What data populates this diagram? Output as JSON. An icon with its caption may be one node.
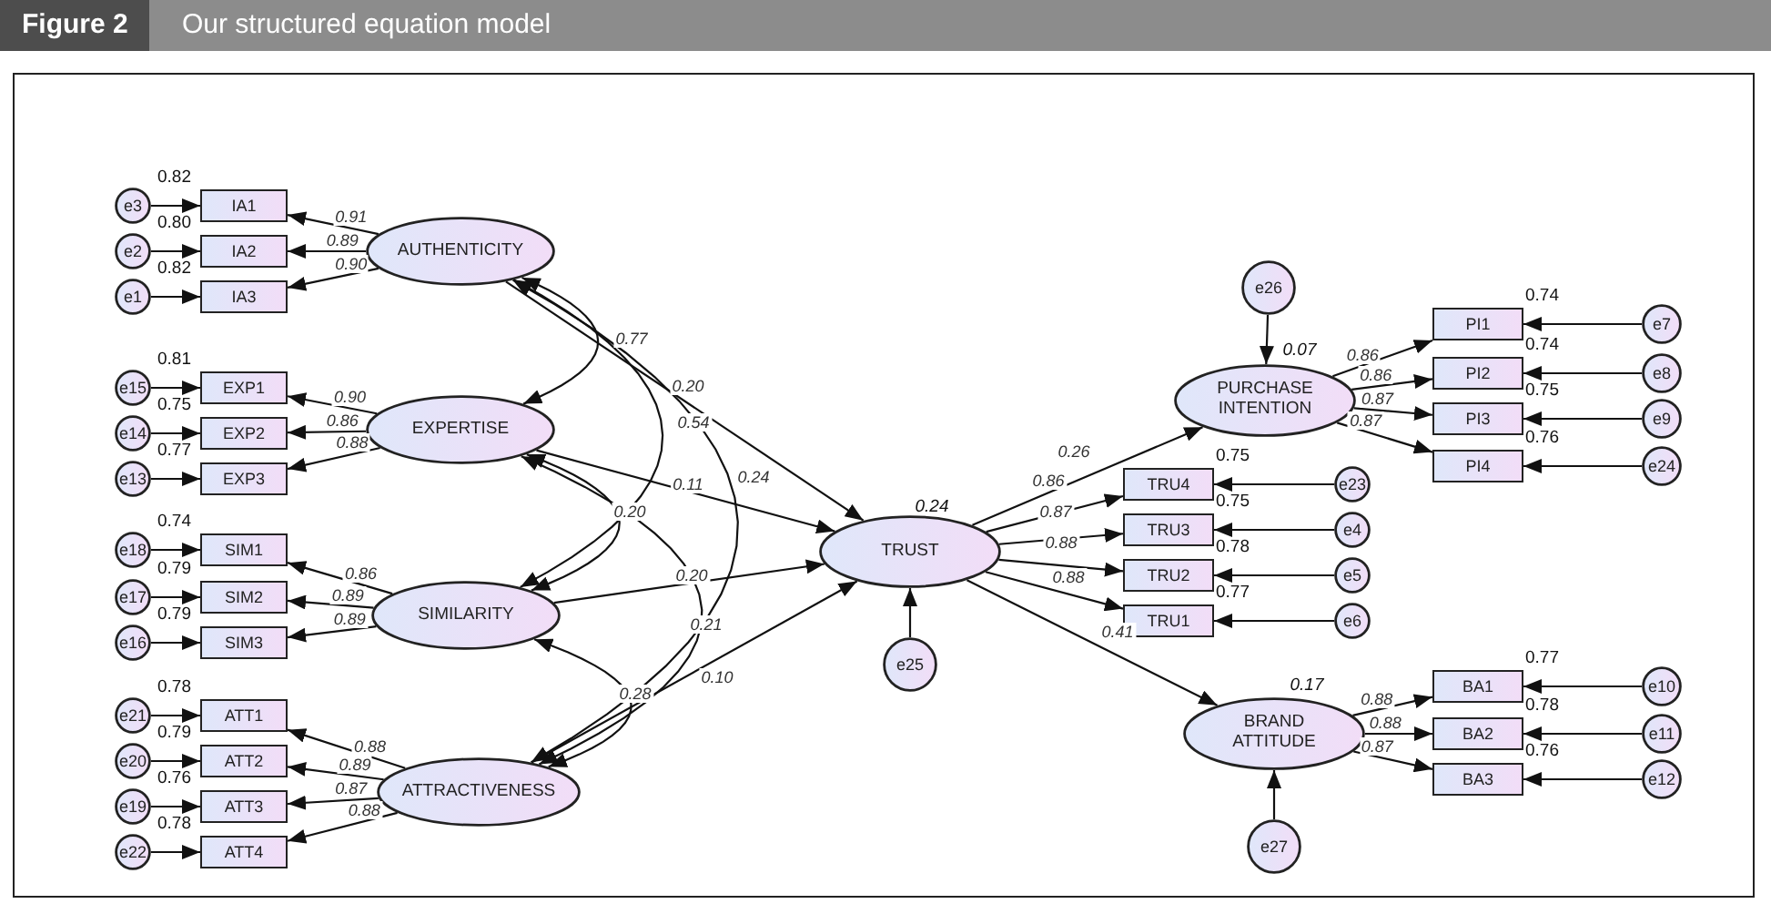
{
  "diagram": {
    "title": "Our structured equation model",
    "nodes": [
      {
        "text": [
          "e3"
        ]
      },
      {
        "text": [
          "IA1"
        ],
        "beside": [
          "0.82"
        ]
      },
      {
        "text": [
          "e2"
        ]
      },
      {
        "text": [
          "IA2"
        ],
        "beside": [
          "0.80"
        ]
      },
      {
        "text": [
          "e1"
        ]
      },
      {
        "text": [
          "IA3"
        ],
        "beside": [
          "0.82"
        ]
      },
      {
        "text": [
          "AUTHENTICITY"
        ]
      },
      {
        "text": [
          "e15"
        ]
      },
      {
        "text": [
          "EXP1"
        ],
        "beside": [
          "0.81"
        ]
      },
      {
        "text": [
          "e14"
        ]
      },
      {
        "text": [
          "EXP2"
        ],
        "beside": [
          "0.75"
        ]
      },
      {
        "text": [
          "e13"
        ]
      },
      {
        "text": [
          "EXP3"
        ],
        "beside": [
          "0.77"
        ]
      },
      {
        "text": [
          "EXPERTISE"
        ]
      },
      {
        "text": [
          "e18"
        ]
      },
      {
        "text": [
          "SIM1"
        ],
        "beside": [
          "0.74"
        ]
      },
      {
        "text": [
          "e17"
        ]
      },
      {
        "text": [
          "SIM2"
        ],
        "beside": [
          "0.79"
        ]
      },
      {
        "text": [
          "e16"
        ]
      },
      {
        "text": [
          "SIM3"
        ],
        "beside": [
          "0.79"
        ]
      },
      {
        "text": [
          "SIMILARITY"
        ]
      },
      {
        "text": [
          "e21"
        ]
      },
      {
        "text": [
          "ATT1"
        ],
        "beside": [
          "0.78"
        ]
      },
      {
        "text": [
          "e20"
        ]
      },
      {
        "text": [
          "ATT2"
        ],
        "beside": [
          "0.79"
        ]
      },
      {
        "text": [
          "e19"
        ]
      },
      {
        "text": [
          "ATT3"
        ],
        "beside": [
          "0.76"
        ]
      },
      {
        "text": [
          "e22"
        ]
      },
      {
        "text": [
          "ATT4"
        ],
        "beside": [
          "0.78"
        ]
      },
      {
        "text": [
          "ATTRACTIVENESS"
        ]
      },
      {
        "text": [
          "TRUST"
        ],
        "beside": [
          "0.24"
        ]
      },
      {
        "text": [
          "e25"
        ]
      },
      {
        "text": [
          "e26"
        ]
      },
      {
        "text": [
          "PURCHASE INTENTION"
        ],
        "beside": [
          "0.07"
        ]
      },
      {
        "text": [
          "PI1"
        ],
        "beside": [
          "0.74"
        ]
      },
      {
        "text": [
          "e7"
        ]
      },
      {
        "text": [
          "PI2"
        ],
        "beside": [
          "0.74"
        ]
      },
      {
        "text": [
          "e8"
        ]
      },
      {
        "text": [
          "PI3"
        ],
        "beside": [
          "0.75"
        ]
      },
      {
        "text": [
          "e9"
        ]
      },
      {
        "text": [
          "PI4"
        ],
        "beside": [
          "0.76"
        ]
      },
      {
        "text": [
          "e24"
        ]
      },
      {
        "text": [
          "TRU4"
        ],
        "beside": [
          "0.75"
        ]
      },
      {
        "text": [
          "e23"
        ]
      },
      {
        "text": [
          "TRU3"
        ],
        "beside": [
          "0.75"
        ]
      },
      {
        "text": [
          "e4"
        ]
      },
      {
        "text": [
          "TRU2"
        ],
        "beside": [
          "0.78"
        ]
      },
      {
        "text": [
          "e5"
        ]
      },
      {
        "text": [
          "TRU1"
        ],
        "beside": [
          "0.77"
        ]
      },
      {
        "text": [
          "e6"
        ]
      },
      {
        "text": [
          "BRAND ATTITUDE"
        ],
        "beside": [
          "0.17"
        ]
      },
      {
        "text": [
          "BA1"
        ],
        "beside": [
          "0.77"
        ]
      },
      {
        "text": [
          "e10"
        ]
      },
      {
        "text": [
          "BA2"
        ],
        "beside": [
          "0.78"
        ]
      },
      {
        "text": [
          "e11"
        ]
      },
      {
        "text": [
          "BA3"
        ],
        "beside": [
          "0.76"
        ]
      },
      {
        "text": [
          "e12"
        ]
      },
      {
        "text": [
          "e27"
        ]
      }
    ],
    "edges": [
      {
        "from": 0,
        "to": 1,
        "arrow": "to"
      },
      {
        "from": 2,
        "to": 3,
        "arrow": "to"
      },
      {
        "from": 4,
        "to": 5,
        "arrow": "to"
      },
      {
        "from": 6,
        "to": 1,
        "arrow": "to",
        "label": "0.91"
      },
      {
        "from": 6,
        "to": 3,
        "arrow": "to",
        "label": "0.89"
      },
      {
        "from": 6,
        "to": 5,
        "arrow": "to",
        "label": "0.90"
      },
      {
        "from": 7,
        "to": 8,
        "arrow": "to"
      },
      {
        "from": 9,
        "to": 10,
        "arrow": "to"
      },
      {
        "from": 11,
        "to": 12,
        "arrow": "to"
      },
      {
        "from": 13,
        "to": 8,
        "arrow": "to",
        "label": "0.90"
      },
      {
        "from": 13,
        "to": 10,
        "arrow": "to",
        "label": "0.86"
      },
      {
        "from": 13,
        "to": 12,
        "arrow": "to",
        "label": "0.88"
      },
      {
        "from": 14,
        "to": 15,
        "arrow": "to"
      },
      {
        "from": 16,
        "to": 17,
        "arrow": "to"
      },
      {
        "from": 18,
        "to": 19,
        "arrow": "to"
      },
      {
        "from": 20,
        "to": 15,
        "arrow": "to",
        "label": "0.86"
      },
      {
        "from": 20,
        "to": 17,
        "arrow": "to",
        "label": "0.89"
      },
      {
        "from": 20,
        "to": 19,
        "arrow": "to",
        "label": "0.89"
      },
      {
        "from": 21,
        "to": 22,
        "arrow": "to"
      },
      {
        "from": 23,
        "to": 24,
        "arrow": "to"
      },
      {
        "from": 25,
        "to": 26,
        "arrow": "to"
      },
      {
        "from": 27,
        "to": 28,
        "arrow": "to"
      },
      {
        "from": 29,
        "to": 22,
        "arrow": "to",
        "label": "0.88"
      },
      {
        "from": 29,
        "to": 24,
        "arrow": "to",
        "label": "0.89"
      },
      {
        "from": 29,
        "to": 26,
        "arrow": "to",
        "label": "0.87"
      },
      {
        "from": 29,
        "to": 28,
        "arrow": "to",
        "label": "0.88"
      },
      {
        "from": 6,
        "to": 13,
        "arrow": "both",
        "label": "0.77"
      },
      {
        "from": 6,
        "to": 20,
        "arrow": "both",
        "label": "0.54"
      },
      {
        "from": 6,
        "to": 29,
        "arrow": "both",
        "label": "0.24"
      },
      {
        "from": 13,
        "to": 20,
        "arrow": "both",
        "label": "0.20"
      },
      {
        "from": 13,
        "to": 29,
        "arrow": "both",
        "label": "0.21"
      },
      {
        "from": 20,
        "to": 29,
        "arrow": "both",
        "label": "0.28"
      },
      {
        "from": 6,
        "to": 30,
        "arrow": "to",
        "label": "0.20"
      },
      {
        "from": 13,
        "to": 30,
        "arrow": "to",
        "label": "0.11"
      },
      {
        "from": 20,
        "to": 30,
        "arrow": "to",
        "label": "0.20"
      },
      {
        "from": 29,
        "to": 30,
        "arrow": "to",
        "label": "0.10"
      },
      {
        "from": 31,
        "to": 30,
        "arrow": "to"
      },
      {
        "from": 30,
        "to": 33,
        "arrow": "to",
        "label": "0.26"
      },
      {
        "from": 30,
        "to": 42,
        "arrow": "to",
        "label": "0.86"
      },
      {
        "from": 30,
        "to": 44,
        "arrow": "to",
        "label": "0.87"
      },
      {
        "from": 30,
        "to": 46,
        "arrow": "to",
        "label": "0.88"
      },
      {
        "from": 30,
        "to": 48,
        "arrow": "to",
        "label": "0.88"
      },
      {
        "from": 30,
        "to": 50,
        "arrow": "to",
        "label": "0.41"
      },
      {
        "from": 43,
        "to": 42,
        "arrow": "to"
      },
      {
        "from": 45,
        "to": 44,
        "arrow": "to"
      },
      {
        "from": 47,
        "to": 46,
        "arrow": "to"
      },
      {
        "from": 49,
        "to": 48,
        "arrow": "to"
      },
      {
        "from": 32,
        "to": 33,
        "arrow": "to"
      },
      {
        "from": 33,
        "to": 34,
        "arrow": "to",
        "label": "0.86"
      },
      {
        "from": 33,
        "to": 36,
        "arrow": "to",
        "label": "0.86"
      },
      {
        "from": 33,
        "to": 38,
        "arrow": "to",
        "label": "0.87"
      },
      {
        "from": 33,
        "to": 40,
        "arrow": "to",
        "label": "0.87"
      },
      {
        "from": 35,
        "to": 34,
        "arrow": "to"
      },
      {
        "from": 37,
        "to": 36,
        "arrow": "to"
      },
      {
        "from": 39,
        "to": 38,
        "arrow": "to"
      },
      {
        "from": 41,
        "to": 40,
        "arrow": "to"
      },
      {
        "from": 57,
        "to": 50,
        "arrow": "to"
      },
      {
        "from": 50,
        "to": 51,
        "arrow": "to",
        "label": "0.88"
      },
      {
        "from": 50,
        "to": 53,
        "arrow": "to",
        "label": "0.88"
      },
      {
        "from": 50,
        "to": 55,
        "arrow": "to",
        "label": "0.87"
      },
      {
        "from": 52,
        "to": 51,
        "arrow": "to"
      },
      {
        "from": 54,
        "to": 53,
        "arrow": "to"
      },
      {
        "from": 56,
        "to": 55,
        "arrow": "to"
      }
    ],
    "labels": [
      "Figure 2"
    ]
  }
}
